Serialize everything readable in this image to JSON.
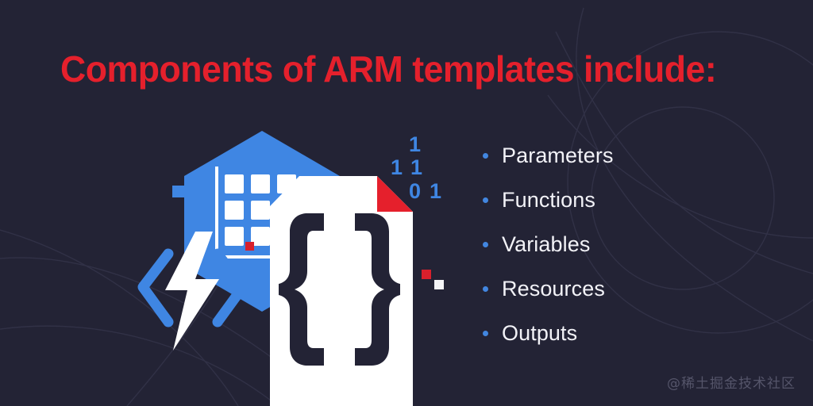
{
  "slide": {
    "title": "Components of ARM templates include:",
    "watermark": "@稀土掘金技术社区",
    "background_color": "#232335",
    "title_color": "#e5202c",
    "text_color": "#f2f2f7",
    "accent_blue": "#3f86e3",
    "accent_red": "#d8202c"
  },
  "bullets": [
    {
      "label": "Parameters"
    },
    {
      "label": "Functions"
    },
    {
      "label": "Variables"
    },
    {
      "label": "Resources"
    },
    {
      "label": "Outputs"
    }
  ],
  "illustration": {
    "hexagon_icon": "grid-table-icon",
    "document_icon": "json-braces-document-icon",
    "document_braces": "{}",
    "bolt_icon": "azure-functions-lightning-bolt-icon",
    "binary_digits": [
      "1",
      "1",
      "1",
      "0",
      "1"
    ],
    "squares": [
      {
        "name": "blue-square",
        "color": "#3f86e3"
      },
      {
        "name": "red-square-1",
        "color": "#d8202c"
      },
      {
        "name": "red-square-2",
        "color": "#d8202c"
      },
      {
        "name": "white-square",
        "color": "#f4f4f6"
      }
    ]
  }
}
